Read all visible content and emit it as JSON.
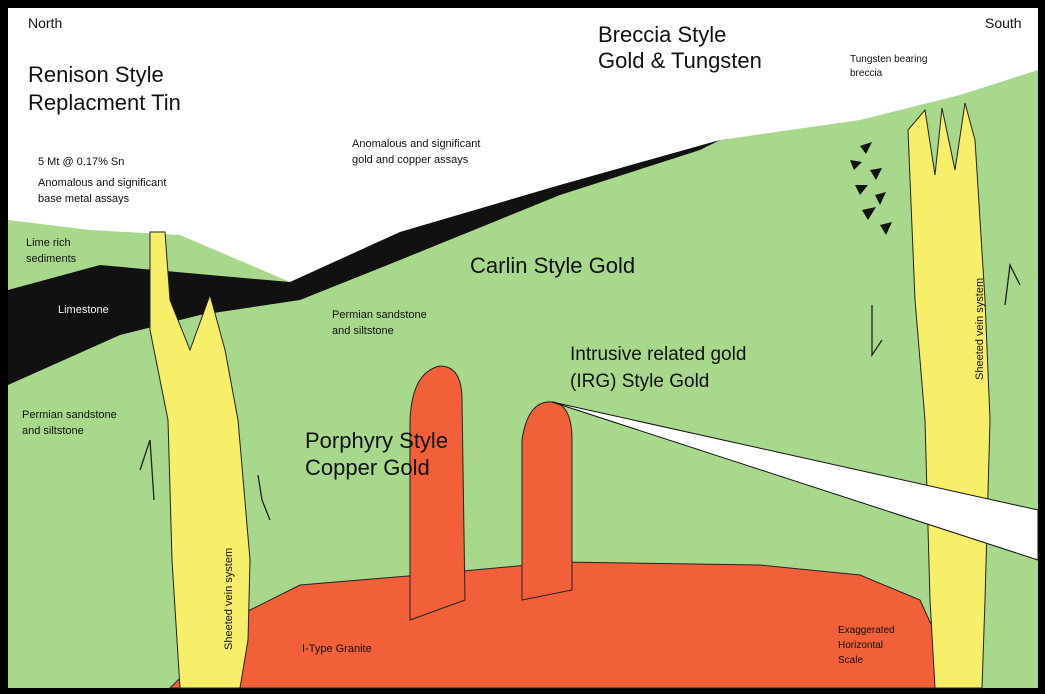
{
  "orientation": {
    "left": "North",
    "right": "South"
  },
  "titles": {
    "renison_line1": "Renison Style",
    "renison_line2": "Replacment Tin",
    "breccia_line1": "Breccia Style",
    "breccia_line2": "Gold & Tungsten",
    "carlin": "Carlin Style Gold",
    "irg_line1": "Intrusive related gold",
    "irg_line2": "(IRG) Style Gold",
    "porphyry_line1": "Porphyry Style",
    "porphyry_line2": "Copper Gold"
  },
  "notes": {
    "tin_grade": "5 Mt @ 0.17% Sn",
    "base_metal_line1": "Anomalous and significant",
    "base_metal_line2": "base metal assays",
    "gold_copper_line1": "Anomalous and significant",
    "gold_copper_line2": "gold and copper assays",
    "tungsten_line1": "Tungsten bearing",
    "tungsten_line2": "breccia",
    "exaggerated_line1": "Exaggerated",
    "exaggerated_line2": "Horizontal",
    "exaggerated_line3": "Scale"
  },
  "units": {
    "lime_rich_line1": "Lime rich",
    "lime_rich_line2": "sediments",
    "limestone": "Limestone",
    "permian_upper_line1": "Permian sandstone",
    "permian_upper_line2": "and siltstone",
    "permian_left_line1": "Permian sandstone",
    "permian_left_line2": "and siltstone",
    "granite": "I-Type Granite",
    "vein_left": "Sheeted vein system",
    "vein_right": "Sheeted vein system"
  },
  "colors": {
    "sky": "#ffffff",
    "sediment": "#a8d88c",
    "limestone": "#111111",
    "vein": "#f7ee6a",
    "granite": "#f2603a",
    "frame": "#000000"
  }
}
